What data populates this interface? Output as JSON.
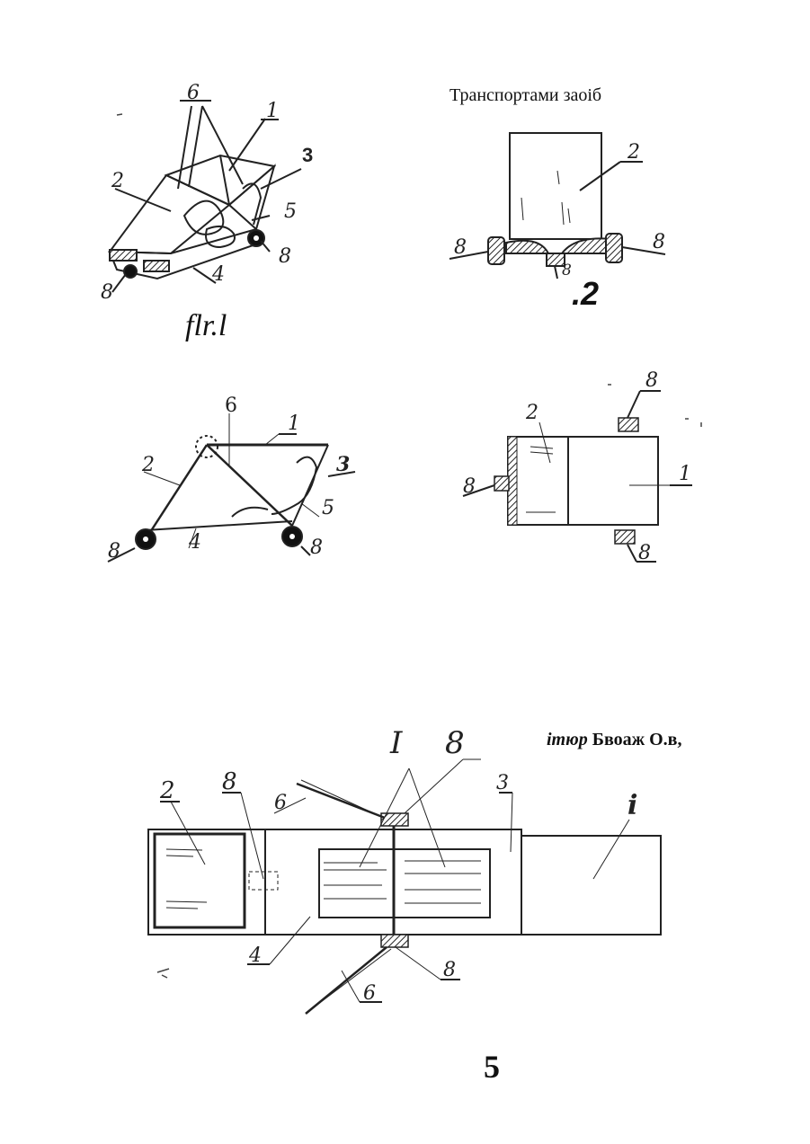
{
  "header": {
    "text": "Транспортами заоіб"
  },
  "fig1": {
    "caption": "flr.l",
    "labels": [
      "6",
      "1",
      "3",
      "2",
      "5",
      "8",
      "8",
      "4"
    ]
  },
  "fig2": {
    "caption": ".2",
    "labels": [
      "2",
      "8",
      "8",
      "8"
    ]
  },
  "fig3": {
    "labels": [
      "6",
      "1",
      "2",
      "3",
      "5",
      "8",
      "4",
      "8"
    ]
  },
  "fig4": {
    "labels": [
      "8",
      "2",
      "8",
      "1",
      "8"
    ]
  },
  "fig5": {
    "labels": [
      "I",
      "8",
      "2",
      "8",
      "6",
      "3",
      "i",
      "4",
      "8",
      "6"
    ]
  },
  "author": {
    "prefix": "ітюр",
    "name": "Бвоаж О.в,"
  },
  "page_number": "5"
}
